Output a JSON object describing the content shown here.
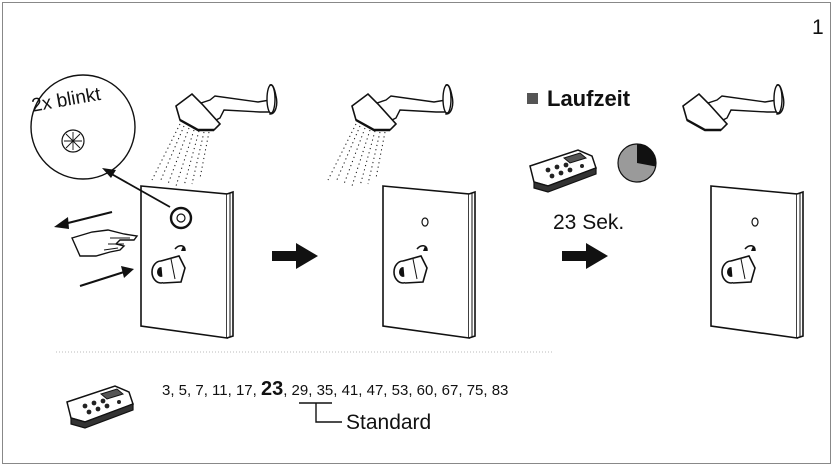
{
  "figure": {
    "page_number": "1",
    "blink_label": "2x blinkt",
    "runtime_label": "Laufzeit",
    "seconds_label": "23 Sek.",
    "values_before": "3, 5, 7, 11, 17, ",
    "standard_value": "23",
    "values_after": ", 29, 35, 41, 47, 53, 60, 67, 75, 83",
    "standard_label": "Standard",
    "timer_fraction": 0.28
  },
  "icons": [
    "shower-head-icon",
    "wall-panel-icon",
    "hand-icon",
    "remote-control-icon",
    "pie-timer-icon",
    "arrow-right-icon"
  ],
  "colors": {
    "line": "#111111",
    "pie_fill": "#9a9a9a",
    "dotted": "#bbbbbb"
  }
}
